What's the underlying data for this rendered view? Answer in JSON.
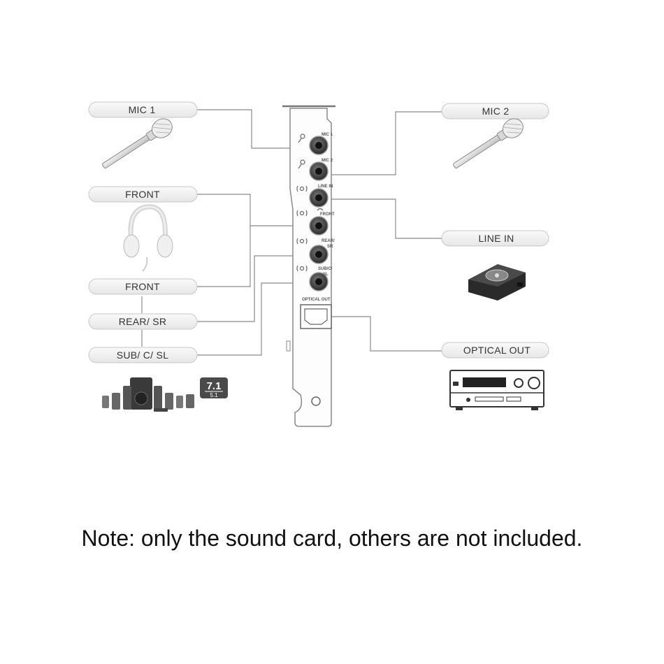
{
  "labels": {
    "mic1": "MIC 1",
    "mic2": "MIC 2",
    "front_top": "FRONT",
    "line_in": "LINE IN",
    "front": "FRONT",
    "rear_sr": "REAR/ SR",
    "optical_out": "OPTICAL OUT",
    "sub_c_sl": "SUB/ C/ SL"
  },
  "bracket_ports": {
    "mic1": "MIC 1",
    "mic2": "MIC 2",
    "line_in": "LINE IN",
    "front": "FRONT",
    "rear": "REAR/",
    "rear2": "SR",
    "sub": "SUB/C/",
    "sub2": "SL",
    "optical": "OPTICAL OUT"
  },
  "badge": {
    "main": "7.1",
    "sub": "5.1"
  },
  "note": "Note: only the sound card, others are not included.",
  "colors": {
    "line": "#8a8a8a",
    "pill_fill": "#f2f2f2",
    "pill_stroke": "#c8c8c8",
    "jack": "#3a3a3a"
  },
  "icons": [
    "microphone-icon",
    "headphones-icon",
    "media-player-icon",
    "speaker-system-icon",
    "av-receiver-icon"
  ]
}
